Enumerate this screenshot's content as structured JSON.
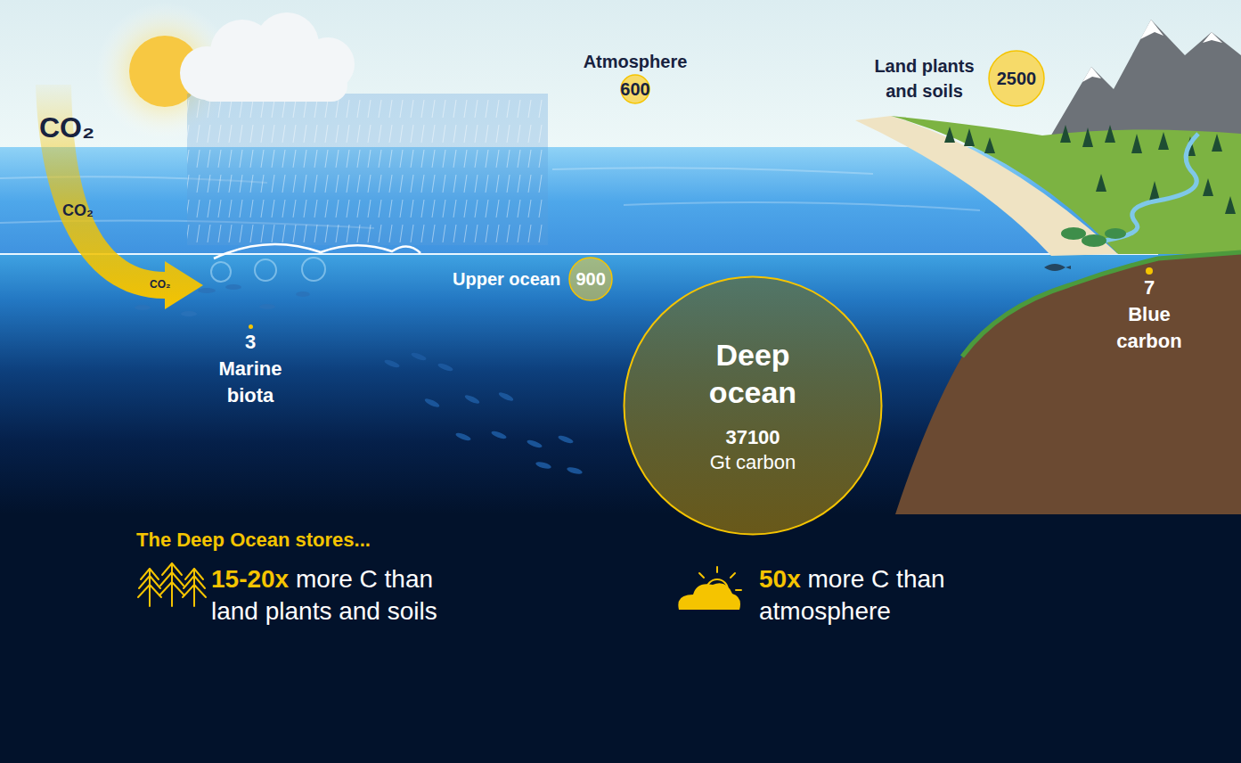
{
  "diagram": {
    "nodes": [
      {
        "text": [
          "Atmosphere",
          "600"
        ]
      },
      {
        "text": [
          "Land plants and soils",
          "2500"
        ]
      },
      {
        "text": [
          "Upper ocean",
          "900"
        ]
      },
      {
        "text": [
          "3",
          "Marine biota"
        ]
      },
      {
        "text": [
          "Deep ocean",
          "37100",
          "Gt carbon"
        ]
      },
      {
        "text": [
          "7",
          "Blue carbon"
        ]
      }
    ],
    "labels": [
      "CO₂",
      "CO₂",
      "CO₂",
      "The Deep Ocean stores...",
      "15-20x",
      "more C than land plants and soils",
      "50x",
      "more C than atmosphere"
    ]
  }
}
